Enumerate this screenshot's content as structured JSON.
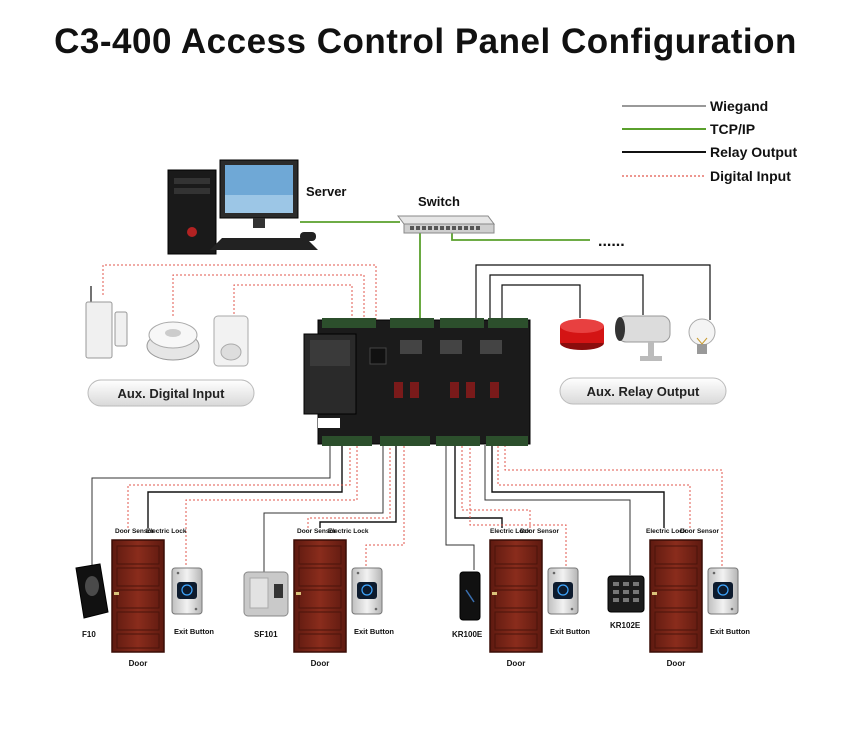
{
  "title": "C3-400 Access Control Panel Configuration",
  "legend": [
    {
      "label": "Wiegand",
      "color": "#333333",
      "style": "thin-solid"
    },
    {
      "label": "TCP/IP",
      "color": "#5aa02c",
      "style": "solid"
    },
    {
      "label": "Relay Output",
      "color": "#111111",
      "style": "thick-solid"
    },
    {
      "label": "Digital Input",
      "color": "#e2574c",
      "style": "dotted"
    }
  ],
  "nodes": {
    "server": "Server",
    "switch": "Switch",
    "more": "......",
    "aux_input": "Aux. Digital Input",
    "aux_output": "Aux. Relay Output"
  },
  "doors": [
    {
      "reader": "F10",
      "door": "Door",
      "sensor": "Door Sensor",
      "lock": "Electric Lock",
      "exit": "Exit Button"
    },
    {
      "reader": "SF101",
      "door": "Door",
      "sensor": "Door Sensor",
      "lock": "Electric Lock",
      "exit": "Exit Button"
    },
    {
      "reader": "KR100E",
      "door": "Door",
      "sensor": "Door Sensor",
      "lock": "Electric Lock",
      "exit": "Exit Button"
    },
    {
      "reader": "KR102E",
      "door": "Door",
      "sensor": "Door Sensor",
      "lock": "Electric Lock",
      "exit": "Exit Button"
    }
  ],
  "colors": {
    "wiegand": "#333333",
    "tcpip": "#5aa02c",
    "relay": "#111111",
    "digital": "#e2574c",
    "door": "#7a2418",
    "board": "#1b1b1b"
  }
}
